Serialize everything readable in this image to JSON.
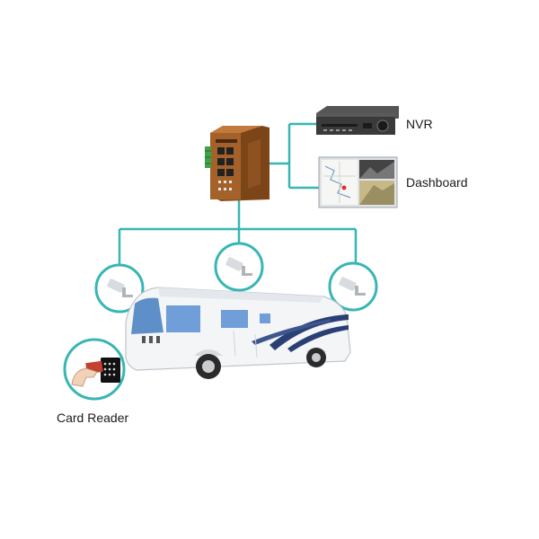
{
  "labels": {
    "nvr": "NVR",
    "dashboard": "Dashboard",
    "card_reader": "Card Reader"
  },
  "colors": {
    "connector": "#37b6b4",
    "switch_body": "#a4622a",
    "switch_dark": "#6e3d15",
    "terminal": "#3fa24a",
    "bus_body": "#f3f5f7",
    "bus_stripe": "#2a3f73",
    "bus_window": "#6f9ed8",
    "nvr_body": "#3a3a3a"
  },
  "icons": {
    "switch": "industrial-ethernet-switch-icon",
    "nvr": "nvr-recorder-icon",
    "dashboard": "dashboard-monitor-icon",
    "camera": "cctv-camera-icon",
    "card_reader": "card-reader-icon",
    "bus": "bus-icon"
  }
}
